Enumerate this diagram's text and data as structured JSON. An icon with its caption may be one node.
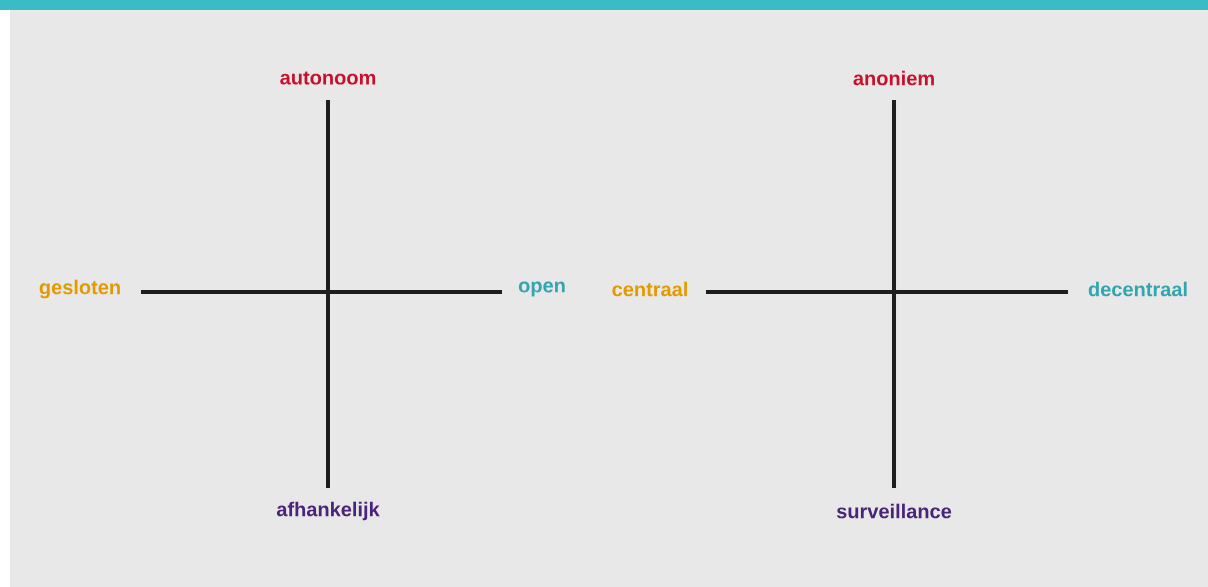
{
  "diagram": {
    "labels": [
      "autonoom",
      "anoniem",
      "gesloten",
      "open",
      "centraal",
      "decentraal",
      "afhankelijk",
      "surveillance"
    ]
  }
}
